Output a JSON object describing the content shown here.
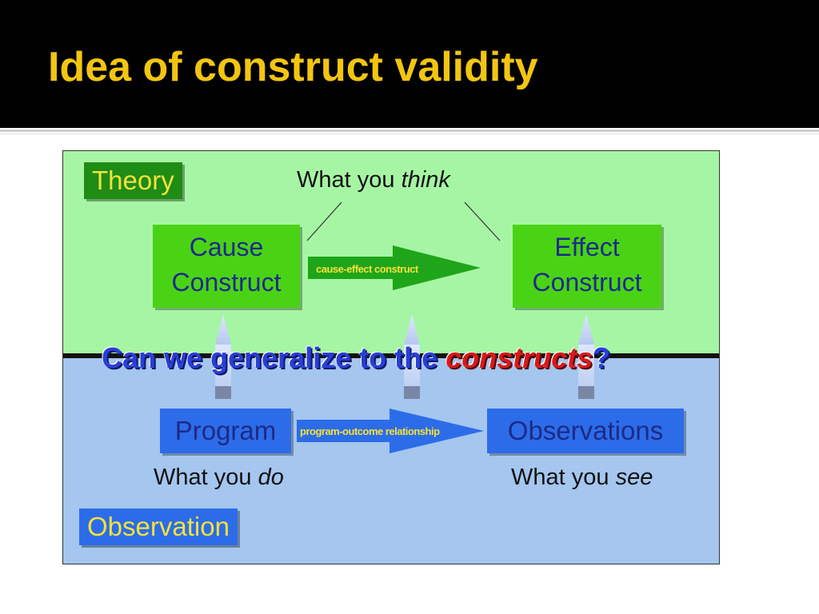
{
  "slide": {
    "title": "Idea of construct validity"
  },
  "diagram": {
    "theory_label": "Theory",
    "observation_label": "Observation",
    "what_you_think": {
      "prefix": "What you ",
      "emphasis": "think"
    },
    "what_you_do": {
      "prefix": "What you ",
      "emphasis": "do"
    },
    "what_you_see": {
      "prefix": "What you ",
      "emphasis": "see"
    },
    "cause_construct": {
      "line1": "Cause",
      "line2": "Construct"
    },
    "effect_construct": {
      "line1": "Effect",
      "line2": "Construct"
    },
    "program": "Program",
    "observations": "Observations",
    "cause_effect_arrow_label": "cause-effect construct",
    "program_outcome_arrow_label": "program-outcome relationship",
    "question": {
      "prefix": "Can we generalize to the ",
      "emphasis": "constructs",
      "suffix": "?"
    }
  },
  "colors": {
    "title_text": "#f2c511",
    "theory_region": "#a6f5a4",
    "observation_region": "#a4c6ef",
    "construct_box": "#4ad315",
    "observation_box": "#2d6ce8",
    "box_text": "#1c2a8a",
    "arrow_text": "#f2e23c",
    "emphasis_red": "#d81a1a"
  }
}
